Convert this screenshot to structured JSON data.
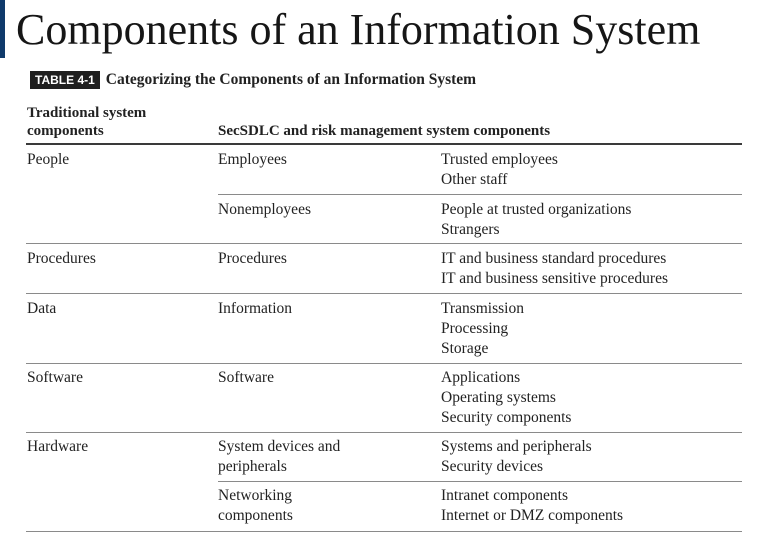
{
  "slide": {
    "title": "Components of an Information System",
    "accent_color": "#0f3a6b"
  },
  "table": {
    "tag": "TABLE 4-1",
    "caption": "Categorizing the Components of an Information System",
    "headers": {
      "traditional": "Traditional system components",
      "secsdlc": "SecSDLC and risk management system components"
    },
    "rows": [
      {
        "traditional": "People",
        "component": "Employees",
        "details": [
          "Trusted employees",
          "Other staff"
        ]
      },
      {
        "traditional": "",
        "component": "Nonemployees",
        "details": [
          "People at trusted organizations",
          "Strangers"
        ]
      },
      {
        "traditional": "Procedures",
        "component": "Procedures",
        "details": [
          "IT and business standard procedures",
          "IT and business sensitive procedures"
        ]
      },
      {
        "traditional": "Data",
        "component": "Information",
        "details": [
          "Transmission",
          "Processing",
          "Storage"
        ]
      },
      {
        "traditional": "Software",
        "component": "Software",
        "details": [
          "Applications",
          "Operating systems",
          "Security components"
        ]
      },
      {
        "traditional": "Hardware",
        "component": "System devices and peripherals",
        "details": [
          "Systems and peripherals",
          "Security devices"
        ]
      },
      {
        "traditional": "",
        "component": "Networking components",
        "details": [
          "Intranet components",
          "Internet or DMZ components"
        ]
      }
    ]
  }
}
